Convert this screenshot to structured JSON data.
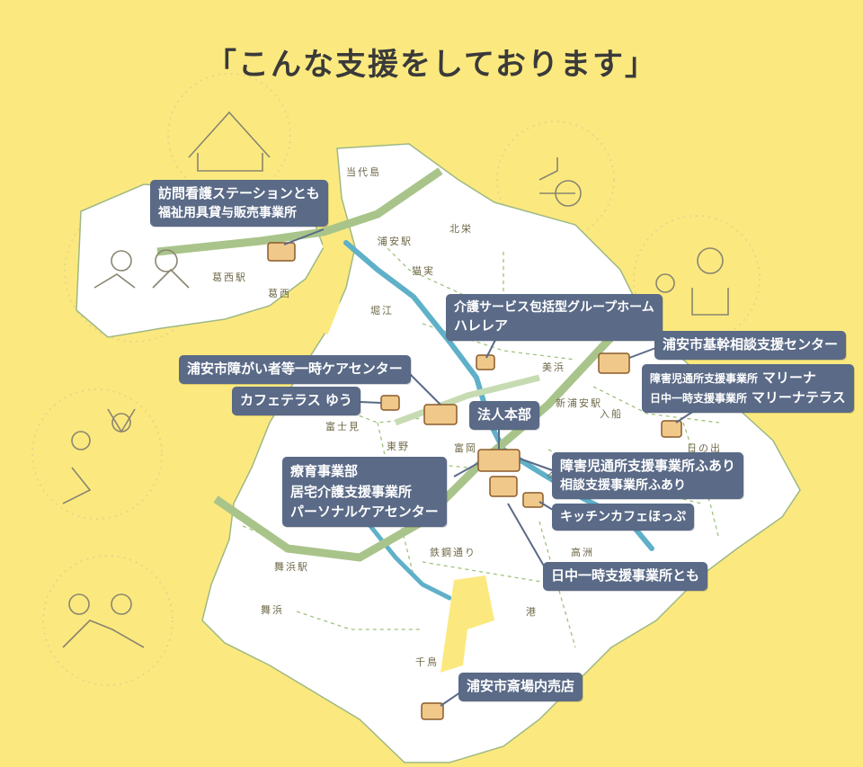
{
  "title": "「こんな支援をしております」",
  "colors": {
    "background": "#fbe97f",
    "land": "#ffffff",
    "river": "#5fb0c9",
    "rail": "#9bb87a",
    "tag": "#5a6a87",
    "building": "#e9b97a"
  },
  "facilities": {
    "houmon": [
      "訪問看護ステーションとも",
      "福祉用具貸与販売事業所"
    ],
    "harerea": [
      "介護サービス包括型グループホーム",
      "ハレレア"
    ],
    "kikan": "浦安市基幹相談支援センター",
    "marina": [
      "障害児通所支援事業所",
      "マリーナ",
      "日中一時支援事業所",
      "マリーナテラス"
    ],
    "shogai_care": "浦安市障がい者等一時ケアセンター",
    "cafe_yu": "カフェテラス ゆう",
    "honbu": "法人本部",
    "ryoiku": [
      "療育事業部",
      "居宅介護支援事業所",
      "パーソナルケアセンター"
    ],
    "fuari": [
      "障害児通所支援事業所ふあり",
      "相談支援事業所ふあり"
    ],
    "kitchen": "キッチンカフェほっぷ",
    "tomo_nichu": "日中一時支援事業所とも",
    "saijo": "浦安市斎場内売店"
  },
  "areas": {
    "todaijima": "当代島",
    "urayasu_eki": "浦安駅",
    "hokuei": "北栄",
    "nekozane": "猫実",
    "kasai_eki": "葛西駅",
    "kasai": "葛西",
    "horie": "堀江",
    "mihama": "美浜",
    "shin_urayasu_eki": "新浦安駅",
    "irifune": "入船",
    "fujimi": "富士見",
    "higashino": "東野",
    "tomioka": "富岡",
    "imagawa": "今川",
    "hinode": "日の出",
    "tekko_dori": "鉄鋼通り",
    "takasu": "高洲",
    "maihama_eki": "舞浜駅",
    "maihama": "舞浜",
    "minato": "港",
    "chidori": "千鳥"
  }
}
